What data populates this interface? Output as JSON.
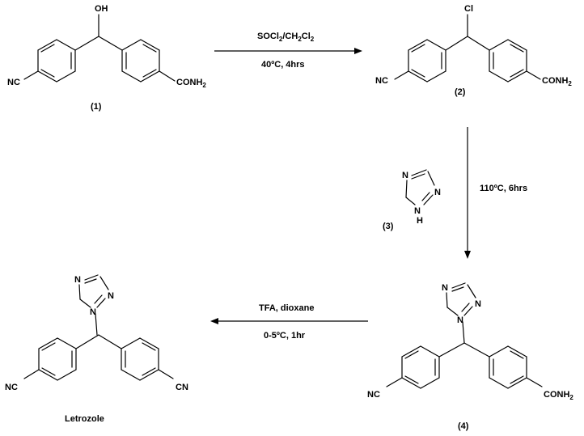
{
  "compounds": {
    "c1": {
      "label": "(1)",
      "oh": "OH",
      "cn": "NC",
      "conh2": "CONH",
      "sub2": "2"
    },
    "c2": {
      "label": "(2)",
      "cl": "Cl",
      "cn": "NC",
      "conh2": "CONH",
      "sub2": "2"
    },
    "c3": {
      "label": "(3)",
      "n1": "N",
      "n2": "N",
      "nh_n": "N",
      "nh_h": "H"
    },
    "c4": {
      "label": "(4)",
      "n1": "N",
      "n2": "N",
      "n3": "N",
      "cn": "NC",
      "conh2": "CONH",
      "sub2": "2"
    },
    "letrozole": {
      "label": "Letrozole",
      "n1": "N",
      "n2": "N",
      "n3": "N",
      "cn_left": "NC",
      "cn_right": "CN"
    }
  },
  "steps": {
    "step1": {
      "reagent_main": "SOCl",
      "reagent_sub1": "2",
      "reagent_mid": "/CH",
      "reagent_sub2": "2",
      "reagent_cl": "Cl",
      "reagent_sub3": "2",
      "conditions": "40ºC, 4hrs"
    },
    "step2": {
      "conditions": "110ºC, 6hrs"
    },
    "step3": {
      "reagent": "TFA, dioxane",
      "conditions": "0-5ºC, 1hr"
    }
  }
}
